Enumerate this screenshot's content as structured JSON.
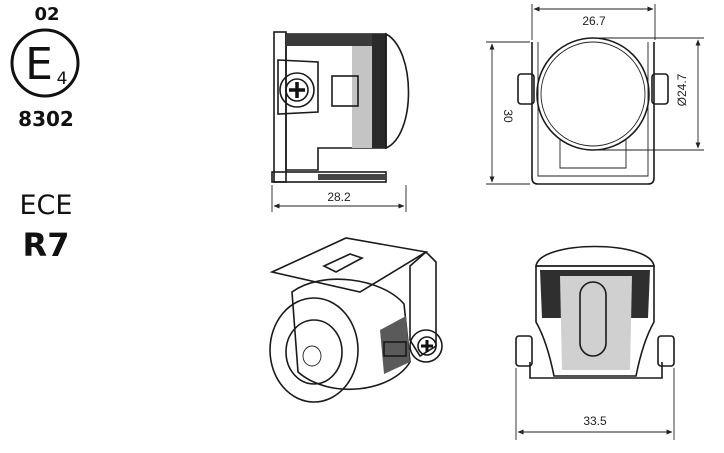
{
  "certification": {
    "approval_number_top": "02",
    "emark_letter": "E",
    "emark_country": "4",
    "approval_code": "8302",
    "standard_line1": "ECE",
    "standard_line2": "R7"
  },
  "dimensions": {
    "width_top": "26.7",
    "diameter": "Ø24.7",
    "height": "30",
    "depth": "28.2",
    "width_back": "33.5"
  },
  "colors": {
    "line": "#1a1a1a",
    "body_dark": "#2b2b2b",
    "body_mid": "#555555",
    "lens_light": "#dcdcdc"
  }
}
